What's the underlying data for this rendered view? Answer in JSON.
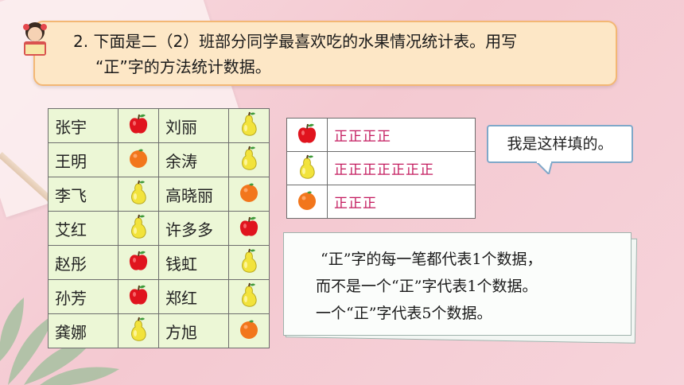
{
  "question": {
    "number": "2.",
    "line1": "下面是二（2）班部分同学最喜欢吃的水果情况统计表。用写",
    "line2": "“正”字的方法统计数据。"
  },
  "students": [
    {
      "left": {
        "name": "张宇",
        "fruit": "apple"
      },
      "right": {
        "name": "刘丽",
        "fruit": "pear"
      }
    },
    {
      "left": {
        "name": "王明",
        "fruit": "orange"
      },
      "right": {
        "name": "余涛",
        "fruit": "pear"
      }
    },
    {
      "left": {
        "name": "李飞",
        "fruit": "pear"
      },
      "right": {
        "name": "高晓丽",
        "fruit": "orange"
      }
    },
    {
      "left": {
        "name": "艾红",
        "fruit": "pear"
      },
      "right": {
        "name": "许多多",
        "fruit": "apple"
      }
    },
    {
      "left": {
        "name": "赵彤",
        "fruit": "apple"
      },
      "right": {
        "name": "钱虹",
        "fruit": "pear"
      }
    },
    {
      "left": {
        "name": "孙芳",
        "fruit": "apple"
      },
      "right": {
        "name": "郑红",
        "fruit": "pear"
      }
    },
    {
      "left": {
        "name": "龚娜",
        "fruit": "pear"
      },
      "right": {
        "name": "方旭",
        "fruit": "orange"
      }
    }
  ],
  "tally": [
    {
      "fruit": "apple",
      "marks": "正正正正"
    },
    {
      "fruit": "pear",
      "marks": "正正正正正正正"
    },
    {
      "fruit": "orange",
      "marks": "正正正"
    }
  ],
  "bubble": {
    "text": "我是这样填的。"
  },
  "note": {
    "line1": "“正”字的每一笔都代表1个数据，",
    "line2": "而不是一个“正”字代表1个数据。",
    "line3": "一个“正”字代表5个数据。"
  },
  "colors": {
    "apple": "#e0141e",
    "pear": "#f2e33c",
    "orange": "#f2761c",
    "tally_text": "#c3195d",
    "banner_fill": "#fde7c6",
    "banner_border": "#f3b774",
    "table_fill": "#ecf7d6"
  }
}
